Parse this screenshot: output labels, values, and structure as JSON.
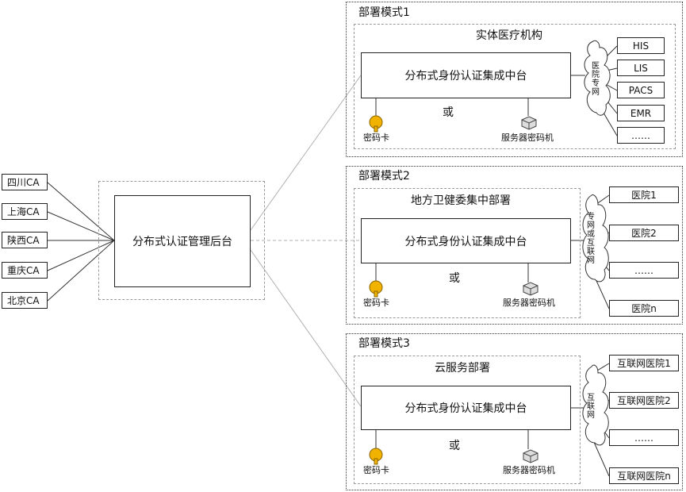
{
  "ca_list": [
    "四川CA",
    "上海CA",
    "陕西CA",
    "重庆CA",
    "北京CA"
  ],
  "backend": "分布式认证管理后台",
  "mode1": {
    "title": "部署模式1",
    "org": "实体医疗机构",
    "platform": "分布式身份认证集成中台",
    "or": "或",
    "card": "密码卡",
    "server": "服务器密码机",
    "network": "医院专网",
    "systems": [
      "HIS",
      "LIS",
      "PACS",
      "EMR",
      "……"
    ]
  },
  "mode2": {
    "title": "部署模式2",
    "org": "地方卫健委集中部署",
    "platform": "分布式身份认证集成中台",
    "or": "或",
    "card": "密码卡",
    "server": "服务器密码机",
    "network": "专网或互联网",
    "hospitals": [
      "医院1",
      "医院2",
      "……",
      "医院n"
    ]
  },
  "mode3": {
    "title": "部署模式3",
    "org": "云服务部署",
    "platform": "分布式身份认证集成中台",
    "or": "或",
    "card": "密码卡",
    "server": "服务器密码机",
    "network": "互联网",
    "hospitals": [
      "互联网医院1",
      "互联网医院2",
      "……",
      "互联网医院n"
    ]
  },
  "colors": {
    "key_yellow": "#f2b300",
    "line": "#333333",
    "dash": "#9a9a9a"
  }
}
